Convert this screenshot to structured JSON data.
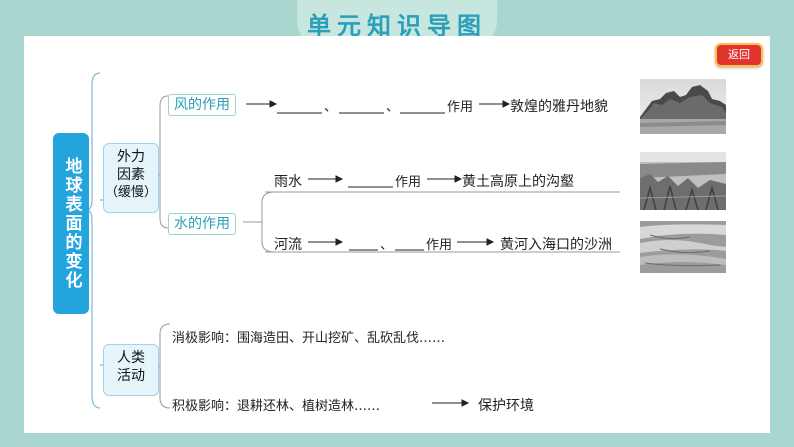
{
  "header": {
    "title": "单元知识导图"
  },
  "back_button": {
    "label": "返回"
  },
  "root": {
    "label": "地球表面的变化"
  },
  "external": {
    "label": "外力因素（缓慢）",
    "line1": "外力",
    "line2": "因素",
    "line3": "（缓慢）",
    "wind": {
      "label": "风的作用",
      "blank_sep": "、",
      "action": "作用",
      "result": "敦煌的雅丹地貌"
    },
    "water": {
      "label": "水的作用",
      "rain": {
        "source": "雨水",
        "action": "作用",
        "result": "黄土高原上的沟壑"
      },
      "river": {
        "source": "河流",
        "sep": "、",
        "action": "作用",
        "result": "黄河入海口的沙洲"
      }
    }
  },
  "human": {
    "label": "人类活动",
    "line1": "人类",
    "line2": "活动",
    "negative": "消极影响：围海造田、开山挖矿、乱砍乱伐……",
    "positive": "积极影响：退耕还林、植树造林……",
    "positive_result": "保护环境"
  },
  "icons": {
    "photo_yardang": "yardang-landform-photo",
    "photo_gully": "loess-gully-photo",
    "photo_delta": "river-delta-photo"
  }
}
